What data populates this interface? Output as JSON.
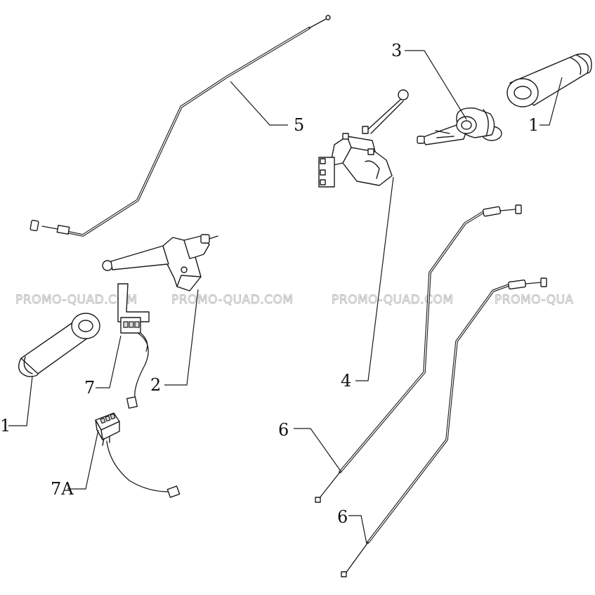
{
  "watermark": {
    "text_1": "PROMO-QUAD.COM",
    "text_2": "PROMO-QUAD.COM",
    "text_3": "PROMO-QUAD.COM",
    "text_4": "PROMO-QUA"
  },
  "callouts": {
    "grip_right": "1",
    "grip_left": "1",
    "brake_lever": "2",
    "throttle": "3",
    "control_switch": "4",
    "brake_cable": "5",
    "cable_upper": "6",
    "cable_lower": "6",
    "switch": "7",
    "switch_alt": "7A"
  },
  "colors": {
    "line": "#1a1a1a",
    "watermark": "#b8b8b8",
    "background": "#ffffff"
  }
}
